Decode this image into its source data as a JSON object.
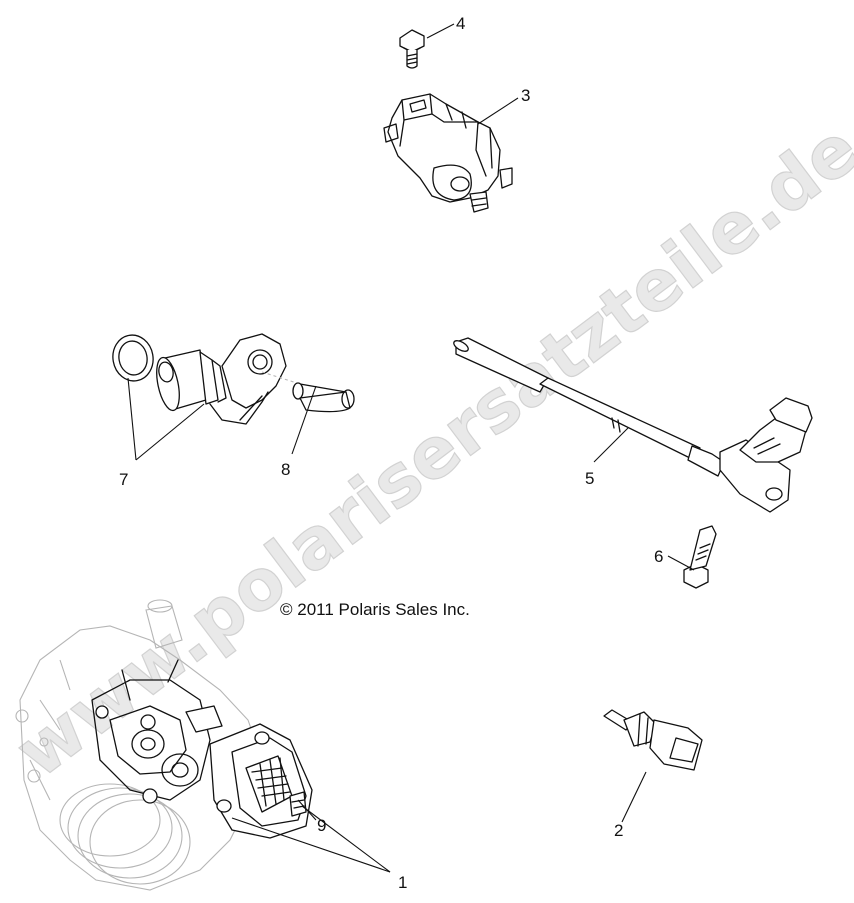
{
  "copyright": "© 2011 Polaris Sales Inc.",
  "watermark": "www.polarisersatzteile.de",
  "callouts": [
    {
      "id": "4",
      "label": "4"
    },
    {
      "id": "3",
      "label": "3"
    },
    {
      "id": "7",
      "label": "7"
    },
    {
      "id": "8",
      "label": "8"
    },
    {
      "id": "5",
      "label": "5"
    },
    {
      "id": "6",
      "label": "6"
    },
    {
      "id": "9",
      "label": "9"
    },
    {
      "id": "2",
      "label": "2"
    },
    {
      "id": "1",
      "label": "1"
    }
  ]
}
